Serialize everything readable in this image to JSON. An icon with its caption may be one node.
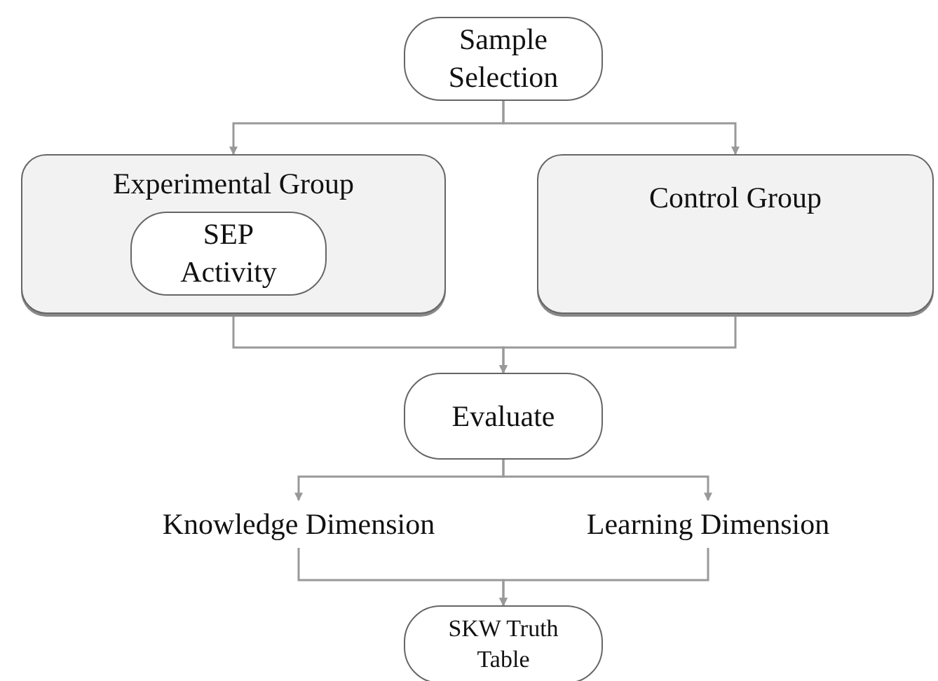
{
  "diagram": {
    "nodes": [
      {
        "text": [
          "Sample Selection"
        ]
      },
      {
        "text": [
          "Experimental Group"
        ]
      },
      {
        "text": [
          "SEP Activity"
        ],
        "in": 1
      },
      {
        "text": [
          "Control Group"
        ]
      },
      {
        "text": [
          "Evaluate"
        ]
      },
      {
        "text": [
          "Knowledge Dimension"
        ]
      },
      {
        "text": [
          "Learning Dimension"
        ]
      },
      {
        "text": [
          "SKW Truth Table"
        ]
      }
    ],
    "edges": [
      {
        "from": 0,
        "to": 1,
        "arrow": "to"
      },
      {
        "from": 0,
        "to": 3,
        "arrow": "to"
      },
      {
        "from": 1,
        "to": 4,
        "arrow": "to"
      },
      {
        "from": 3,
        "to": 4,
        "arrow": "to"
      },
      {
        "from": 4,
        "to": 5,
        "arrow": "to"
      },
      {
        "from": 4,
        "to": 6,
        "arrow": "to"
      },
      {
        "from": 5,
        "to": 7,
        "arrow": "to"
      },
      {
        "from": 6,
        "to": 7,
        "arrow": "to"
      }
    ]
  }
}
